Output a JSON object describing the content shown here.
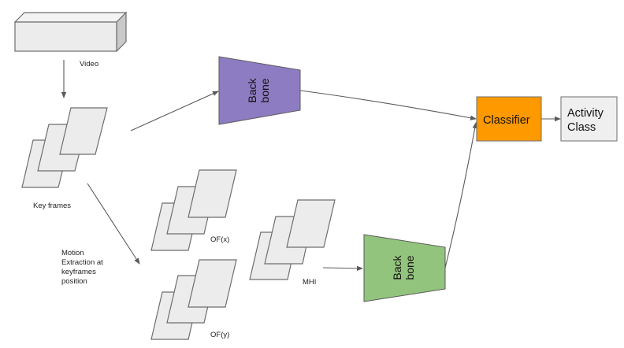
{
  "diagram": {
    "title": "Keyframe and motion-based activity recognition pipeline",
    "colors": {
      "backbone_top": "#8e7cc3",
      "backbone_bottom": "#93c47d",
      "classifier": "#ff9900",
      "output_box": "#efefef",
      "frame_fill": "#ececec",
      "edge": "#5a5a5a"
    },
    "nodes": {
      "video": {
        "label": "Video"
      },
      "keyframes": {
        "label": "Key frames"
      },
      "motion_extraction": {
        "lines": [
          "Motion",
          "Extraction at",
          "keyframes",
          "position"
        ]
      },
      "of_x": {
        "label": "OF(x)"
      },
      "of_y": {
        "label": "OF(y)"
      },
      "mhi": {
        "label": "MHI"
      },
      "backbone_top": {
        "lines": [
          "Back",
          "bone"
        ]
      },
      "backbone_bottom": {
        "lines": [
          "Back",
          "bone"
        ]
      },
      "classifier": {
        "label": "Classifier"
      },
      "activity_class": {
        "lines": [
          "Activity",
          "Class"
        ]
      }
    },
    "edges": [
      {
        "from": "video",
        "to": "keyframes"
      },
      {
        "from": "keyframes",
        "to": "backbone_top"
      },
      {
        "from": "keyframes",
        "to": "of_y",
        "label_ref": "motion_extraction"
      },
      {
        "from": "mhi",
        "to": "backbone_bottom"
      },
      {
        "from": "backbone_top",
        "to": "classifier"
      },
      {
        "from": "backbone_bottom",
        "to": "classifier"
      },
      {
        "from": "classifier",
        "to": "activity_class"
      }
    ]
  }
}
